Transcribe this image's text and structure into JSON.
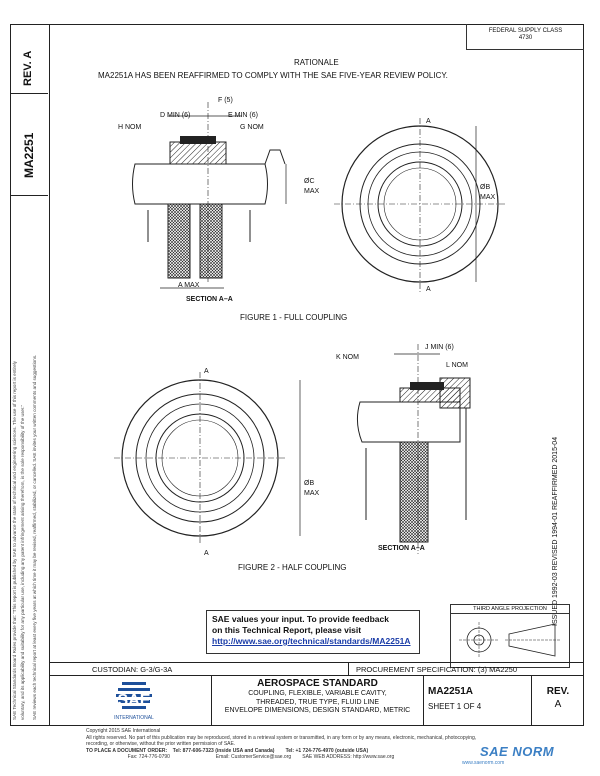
{
  "rev_label": "REV.",
  "rev_value": "A",
  "doc_number": "MA2251",
  "fsc": "FEDERAL SUPPLY CLASS\n4730",
  "rationale_heading": "RATIONALE",
  "rationale_text": "MA2251A HAS BEEN REAFFIRMED TO COMPLY WITH THE SAE FIVE-YEAR REVIEW POLICY.",
  "figure1": {
    "caption": "FIGURE 1 - FULL COUPLING",
    "section": "SECTION A–A",
    "labels": {
      "f": "F (5)",
      "d": "D MIN (6)",
      "e": "E MIN (6)",
      "h": "H NOM",
      "g": "G NOM",
      "c": "ØC",
      "cmax": "MAX",
      "b": "ØB",
      "bmax": "MAX",
      "a": "A MAX",
      "arrow_a": "A"
    }
  },
  "figure2": {
    "caption": "FIGURE 2 - HALF COUPLING",
    "section": "SECTION A–A",
    "labels": {
      "j": "J MIN (6)",
      "k": "K NOM",
      "l": "L NOM",
      "b": "ØB",
      "bmax": "MAX",
      "arrow_a": "A"
    }
  },
  "issue_history": "ISSUED 1992-03    REVISED 1994-01    REAFFIRMED 2015-04",
  "feedback": {
    "line1": "SAE values your input. To provide feedback",
    "line2": "on this Technical Report, please visit",
    "link": "http://www.sae.org/technical/standards/MA2251A"
  },
  "projection_label": "THIRD ANGLE PROJECTION",
  "custodian": "CUSTODIAN: G-3/G-3A",
  "procurement": "PROCUREMENT SPECIFICATION: (3) MA2250",
  "standard_title": "AEROSPACE STANDARD",
  "desc": [
    "COUPLING, FLEXIBLE, VARIABLE CAVITY,",
    "THREADED, TRUE TYPE, FLUID LINE",
    "ENVELOPE DIMENSIONS, DESIGN STANDARD, METRIC"
  ],
  "doc_block": "MA2251A",
  "sheet": "SHEET 1 OF 4",
  "rev_block_label": "REV.",
  "rev_block_value": "A",
  "sidebar_text_1": "SAE Technical Standards Board Rules provide that: \"This report is published by SAE to advance the state of technical and engineering sciences. The use of this report is entirely",
  "sidebar_text_2": "voluntary, and its applicability and suitability for any particular use, including any patent infringement arising therefrom, is the sole responsibility of the user.\"",
  "sidebar_text_3": "SAE reviews each technical report at least every five years at which time it may be revised, reaffirmed, stabilized, or cancelled. SAE invites your written comments and suggestions.",
  "footer": [
    "Copyright 2015 SAE International",
    "All rights reserved. No part of this publication may be reproduced, stored in a retrieval system or transmitted, in any form or by any means, electronic, mechanical, photocopying,",
    "recording, or otherwise, without the prior written permission of SAE.",
    "TO PLACE A DOCUMENT ORDER:    Tel: 877-606-7323 (inside USA and Canada)        Tel: +1 724-776-4970 (outside USA)",
    "                              Fax: 724-776-0790                                 Email: CustomerService@sae.org        SAE WEB ADDRESS: http://www.sae.org"
  ],
  "watermark": "SAE NORM",
  "watermark_sub": "www.saenorm.com"
}
